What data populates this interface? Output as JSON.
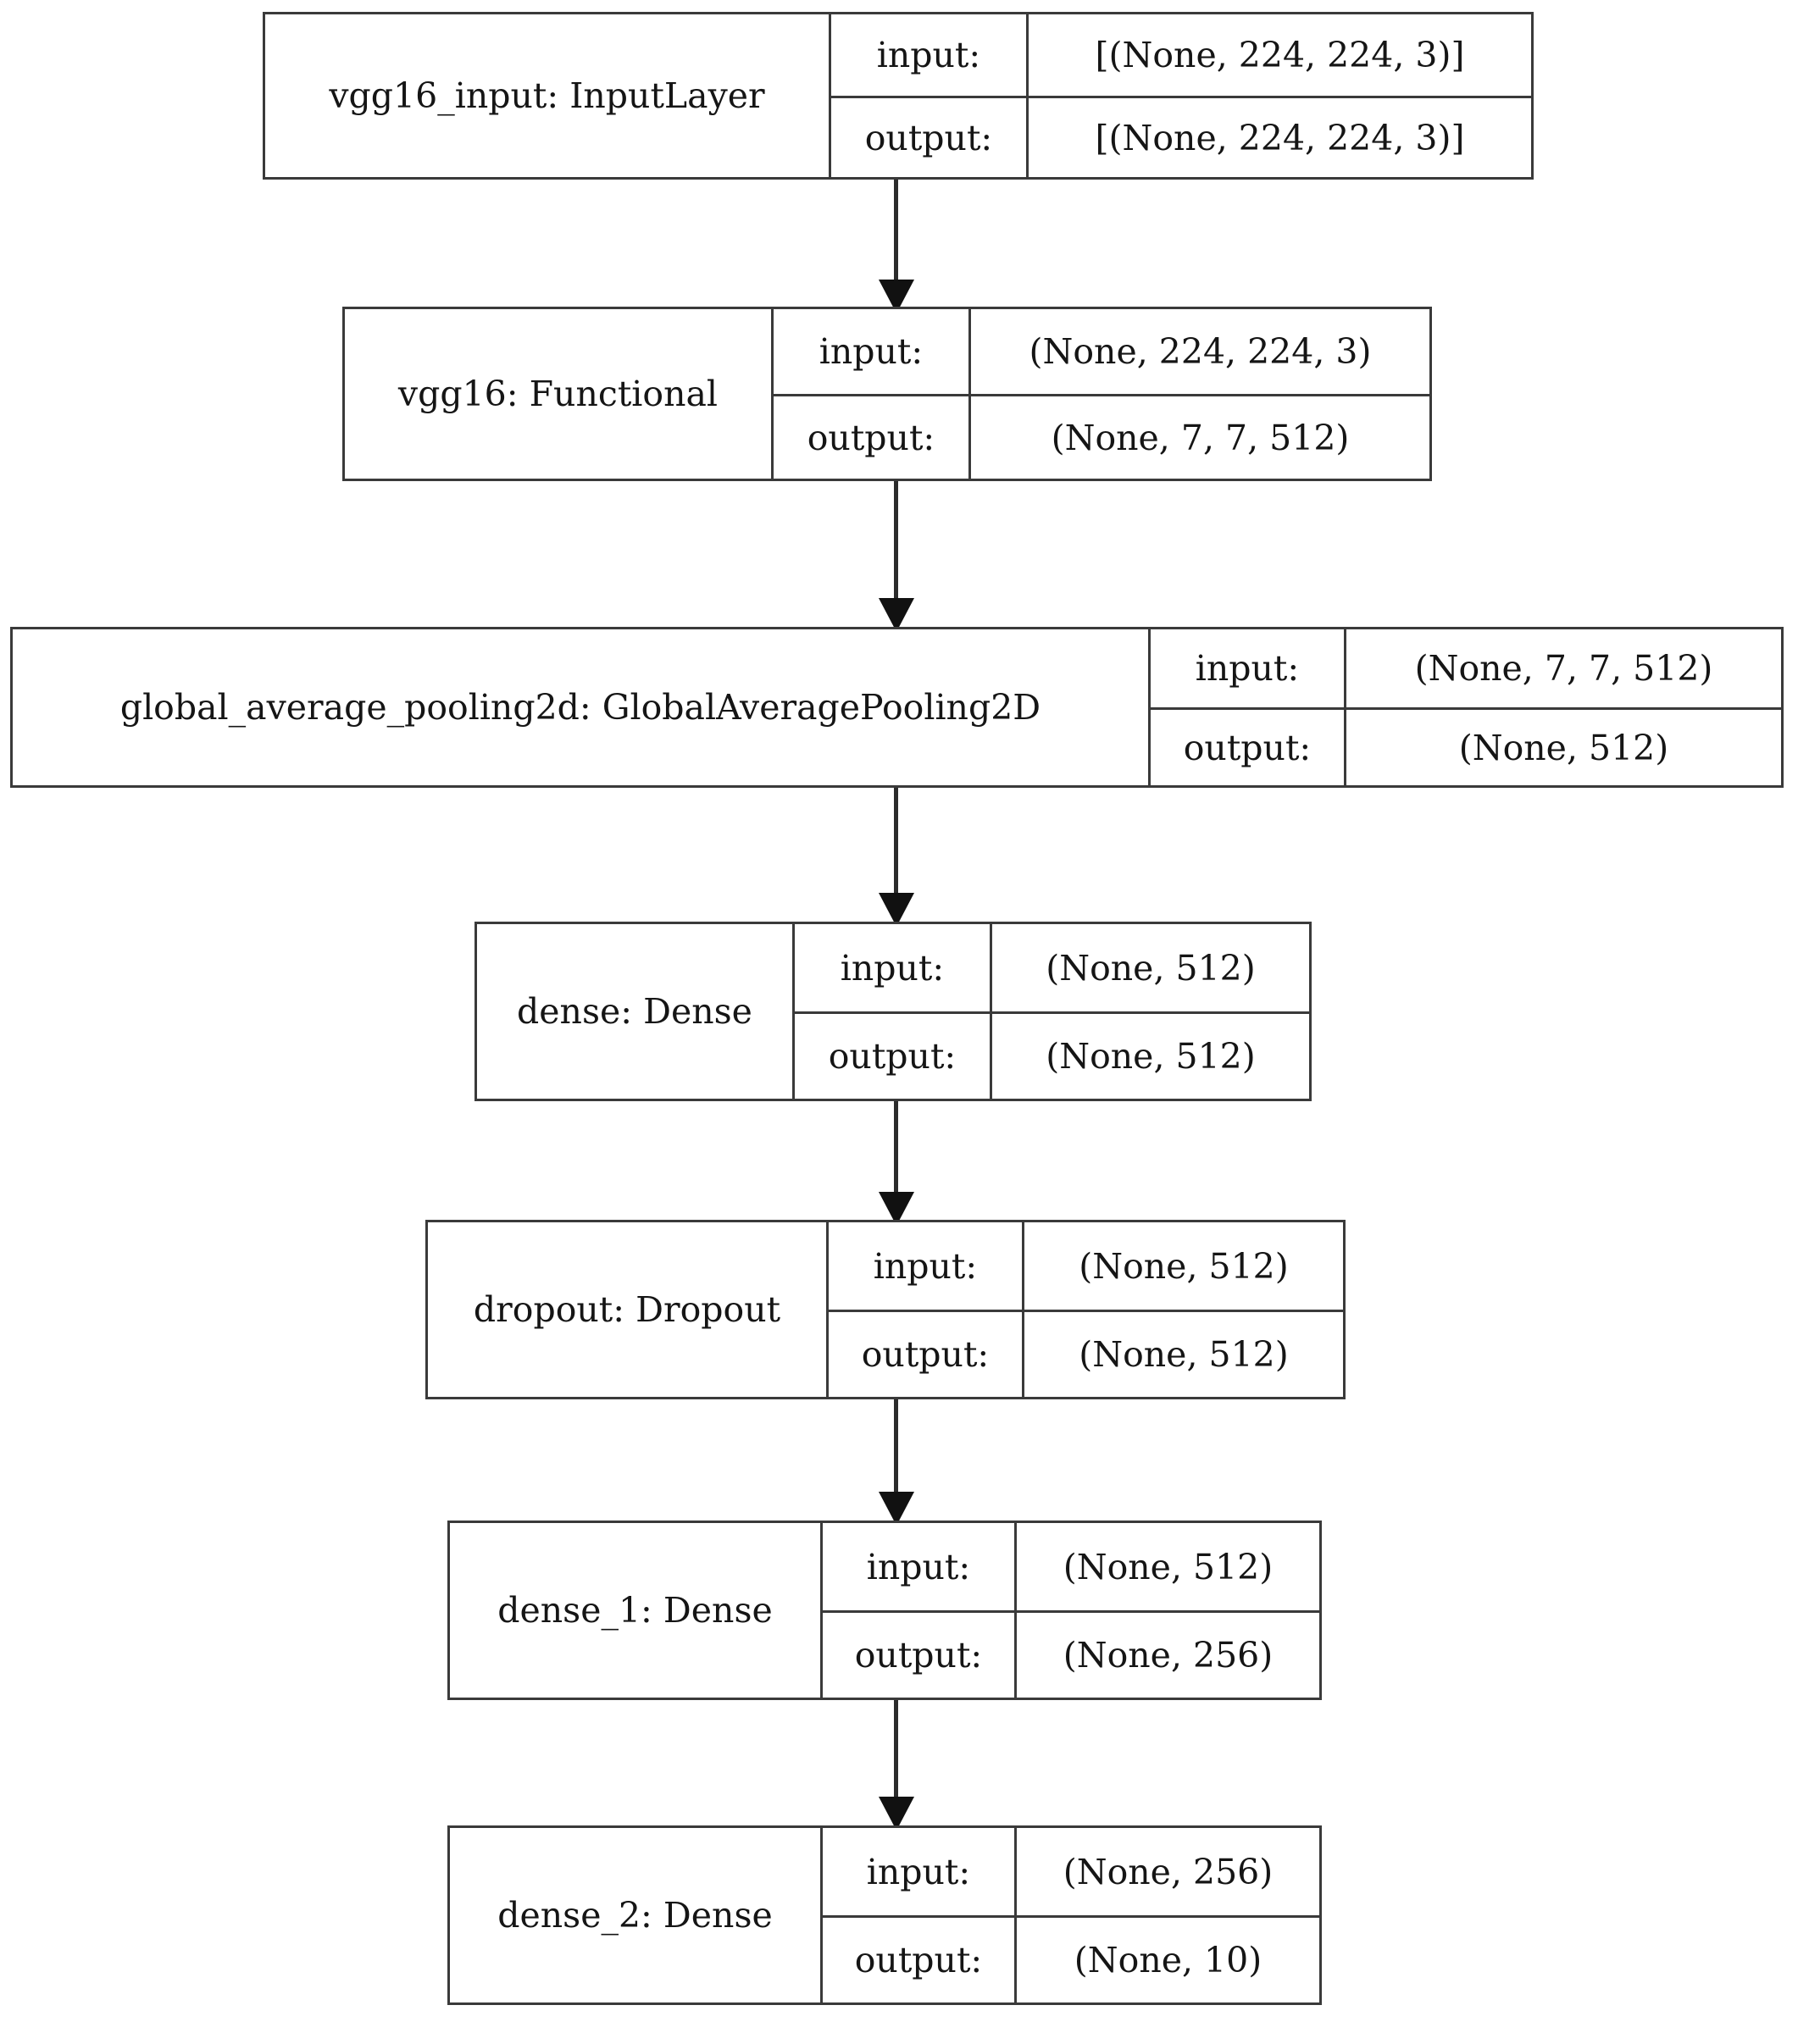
{
  "diagram": {
    "title": "Keras model architecture graph",
    "io_labels": {
      "input": "input:",
      "output": "output:"
    },
    "colors": {
      "background": "#ffffff",
      "box_border": "#3a3a3a",
      "text": "#151515",
      "arrow": "#111111"
    },
    "nodes": [
      {
        "id": "vgg16_input",
        "name": "vgg16_input: InputLayer",
        "input_label": "input:",
        "input_shape": "[(None, 224, 224, 3)]",
        "output_label": "output:",
        "output_shape": "[(None, 224, 224, 3)]"
      },
      {
        "id": "vgg16",
        "name": "vgg16: Functional",
        "input_label": "input:",
        "input_shape": "(None, 224, 224, 3)",
        "output_label": "output:",
        "output_shape": "(None, 7, 7, 512)"
      },
      {
        "id": "global_average_pooling2d",
        "name": "global_average_pooling2d: GlobalAveragePooling2D",
        "input_label": "input:",
        "input_shape": "(None, 7, 7, 512)",
        "output_label": "output:",
        "output_shape": "(None, 512)"
      },
      {
        "id": "dense",
        "name": "dense: Dense",
        "input_label": "input:",
        "input_shape": "(None, 512)",
        "output_label": "output:",
        "output_shape": "(None, 512)"
      },
      {
        "id": "dropout",
        "name": "dropout: Dropout",
        "input_label": "input:",
        "input_shape": "(None, 512)",
        "output_label": "output:",
        "output_shape": "(None, 512)"
      },
      {
        "id": "dense_1",
        "name": "dense_1: Dense",
        "input_label": "input:",
        "input_shape": "(None, 512)",
        "output_label": "output:",
        "output_shape": "(None, 256)"
      },
      {
        "id": "dense_2",
        "name": "dense_2: Dense",
        "input_label": "input:",
        "input_shape": "(None, 256)",
        "output_label": "output:",
        "output_shape": "(None, 10)"
      }
    ],
    "edges": [
      {
        "from": "vgg16_input",
        "to": "vgg16"
      },
      {
        "from": "vgg16",
        "to": "global_average_pooling2d"
      },
      {
        "from": "global_average_pooling2d",
        "to": "dense"
      },
      {
        "from": "dense",
        "to": "dropout"
      },
      {
        "from": "dropout",
        "to": "dense_1"
      },
      {
        "from": "dense_1",
        "to": "dense_2"
      }
    ]
  }
}
